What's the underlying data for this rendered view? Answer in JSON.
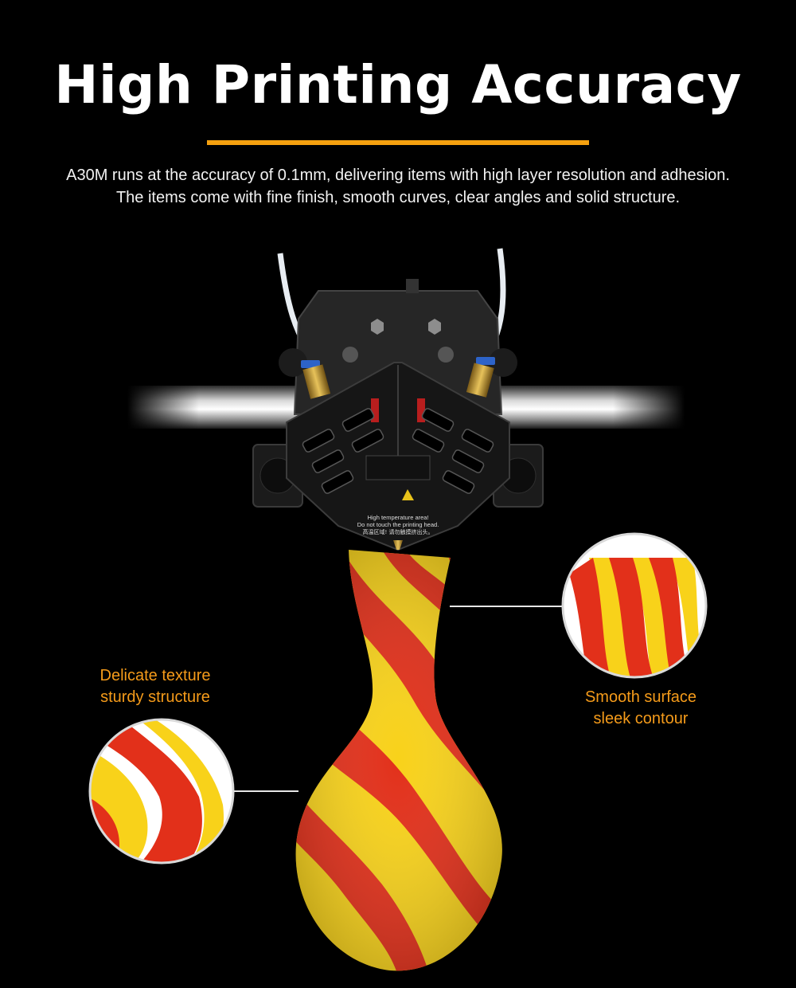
{
  "header": {
    "title": "High Printing Accuracy",
    "accent_color": "#f5a10f"
  },
  "description": {
    "line1": "A30M runs at the accuracy of 0.1mm, delivering items with high layer resolution and adhesion.",
    "line2": "The items come with fine finish, smooth curves, clear angles and solid structure."
  },
  "printhead": {
    "warning_line1": "High temperature area!",
    "warning_line2": "Do not touch the printing head.",
    "warning_line3": "高温区域! 请勿触摸挤出头。"
  },
  "callouts": {
    "left": {
      "line1": "Delicate texture",
      "line2": "sturdy structure"
    },
    "right": {
      "line1": "Smooth surface",
      "line2": "sleek contour"
    },
    "text_color": "#f59b1a"
  }
}
